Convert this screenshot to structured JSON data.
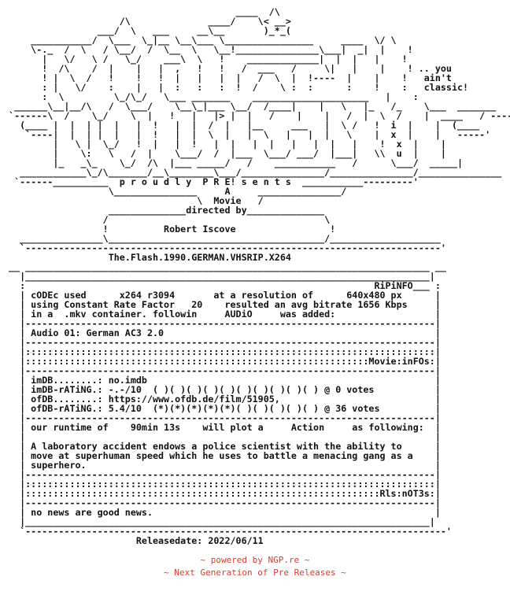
{
  "nfo": {
    "lines": [
      "                                          ____  /\\",
      "                     /\\              ____/    \\< __>",
      "                 ___/  \\   ___     __\\__       )_*_(",
      "     ___________/  \\___  \\_|__ \\__\\___ \\________________     ____  \\/ \\",
      "     \\-._  /  \\   / \\__/  /  \\__  \\   \\__!_______________\\___|  _|  |    !",
      "       |   \\/   \\ /   \\_/    ___\\  \\   !    _____________|  |  |   |    !",
      "       !  /\\    /  |    |   |  ,   !   !   /  ___   /     \\|   |    |    ! .. you",
      "       ! |  \\  /   !    !   !  |   |   |  |   /  \\  |  !----  |    |    !   ain't",
      "       : |   \\/    :    |   |  :   :   :  !  /    \\ :  :      :    !    :   classic!",
      "       :  \\         \\_/\\_/   \\___ _______    _____________________   |    :",
      "  ______\\__|__/\\   /  \\___/    \\__\\_|___ \\__/  /____|    |   \\   |_   /_    \\___  _______",
      " `------\\  /    \\_/    \\  |   !   |   |> |  |   /    |    |   /  |  \\  /    |  ____   / ------'",
      "   (____ |  |  | |  |   |  !   |  |  /  |   |__     ___   |  \\ /   !  i  |    |  (____",
      "    `----|  |  | |  |   |  !   |  |  \\  |   |  \\   |   |  |   \\    |  x  |    |   -----'",
      "         |   \\ |  \\_/   !  |   |  !   |  |   |  |   |   |  |   |    !  x  |    |",
      "         |    \\:   \\   /  |    \\___/  /  |___  \\___/ ___/  |___|   \\\\  u  |    |",
      "         |_   _\\_    \\_/  /\\  |___ _____/   /    ___________   /      \\___/  _____|",
      "   ____________\\_/\\_______/__\\________\\___/_______________/_______________/_______________",
      "  `------__________  p r o u d l y  P R E! s e n t s  ___________---------'",
      "                   \\_______________     A     _______________/",
      "                                   \\  Movie   /",
      "                   ______________directed by______________",
      "                  /                                       \\",
      "                  !          Robert Iscove                 !",
      "   _______________\\_______________________________________/____________________",
      "   `---------------------------------------------------------------------------'",
      "                   The.Flash.1990.GERMAN.VHSRIP.X264",
      " __ _________________________________________________________________________ __",
      "   |_________________________________________________________________________|",
      "   :                                                               RiPiNFO___ :",
      "   | cODEc used      x264 r3094       at a resolution of      640x480 px      |",
      "   | using Constant Rate Factor   20    resulted an avg bitrate 1656 Kbps     |",
      "   | in a  .mkv container. followin     AUDiO     was added:                  |",
      "   |--------------------------------------------------------------------------|",
      "   | Audio 01: German AC3 2.0                                                 |",
      "   |--------------------------------------------------------------------------|",
      "   |::::::::::::::::::::::::::::::::::::::::::::::::::::::::::::::::::::::::::|",
      "   |::::::::::::::::::::::::::::::::::::::::::::::::::::::::::::::Movie:inFOs:|",
      "   |--------------------------------------------------------------------------|",
      "   | imDB........: no.imdb                                                    |",
      "   | imDB-rATiNG.: -.-/10  ( )( )( )( )( )( )( )( )( )( ) @ 0 votes           |",
      "   | ofDB........: https://www.ofdb.de/film/51905,                            |",
      "   | ofDB-rATiNG.: 5.4/10  (*)(*)(*)(*)(*)( )( )( )( )( ) @ 36 votes          |",
      "   |--------------------------------------------------------------------------|",
      "   | our runtime of    90min 13s    will plot a     Action     as following:  |",
      "   |                                                                          |",
      "   | A laboratory accident endows a police scientist with the ability to      |",
      "   | move at superhuman speed which he uses to battle a menacing gang as a    |",
      "   | superhero.                                                               |",
      "   |--------------------------------------------------------------------------|",
      "   |::::::::::::::::::::::::::::::::::::::::::::::::::::::::::::::::::::::::::|",
      "   |::::::::::::::::::::::::::::::::::::::::::::::::::::::::::::::::Rls:nOT3s:|",
      "   |--------------------------------------------------------------------------|",
      "   | no news are good news.                                                   |",
      "   |_________________________________________________________________________|",
      "   `----------------------------------------------------------------------------'",
      "                        Releasedate: 2022/06/11"
    ]
  },
  "footer": {
    "powered_by": "~ powered by NGP.re ~",
    "tagline": "~ Next Generation of Pre Releases ~"
  },
  "colors": {
    "text": "#111111",
    "footer": "#e03a2a",
    "background": "#ffffff"
  }
}
